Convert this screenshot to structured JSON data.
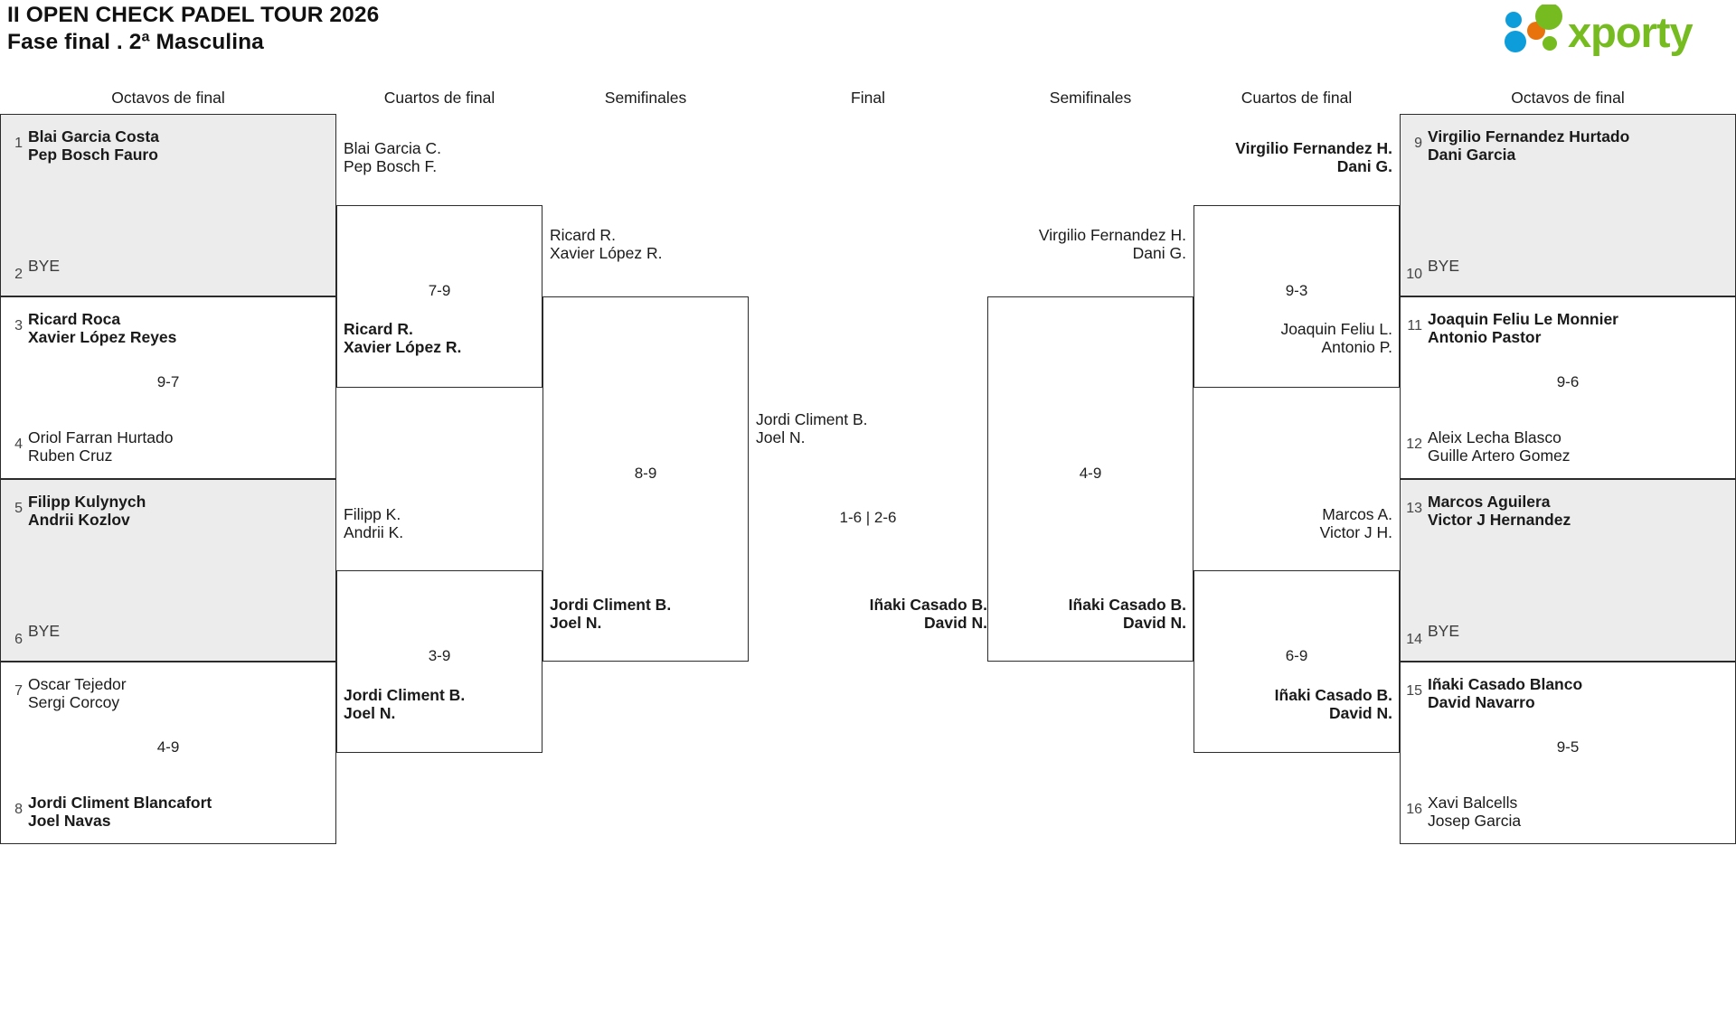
{
  "header": {
    "title_line1": "II OPEN CHECK PADEL TOUR 2026",
    "title_line2": "Fase final . 2ª Masculina",
    "logo_text": "xporty",
    "logo_colors": {
      "green": "#76bc21",
      "blue": "#0d9ddb",
      "orange": "#e8730c"
    }
  },
  "rounds": [
    {
      "label": "Octavos de final"
    },
    {
      "label": "Cuartos de final"
    },
    {
      "label": "Semifinales"
    },
    {
      "label": "Final"
    },
    {
      "label": "Semifinales"
    },
    {
      "label": "Cuartos de final"
    },
    {
      "label": "Octavos de final"
    }
  ],
  "bye_label": "BYE",
  "left": {
    "r16": [
      {
        "top_seed": "1",
        "top_names": "Blai Garcia Costa\nPep Bosch Fauro",
        "top_winner": true,
        "bottom_seed": "2",
        "bottom_names": "BYE",
        "bottom_bye": true,
        "score": "",
        "shaded": true
      },
      {
        "top_seed": "3",
        "top_names": "Ricard Roca\nXavier López Reyes",
        "top_winner": true,
        "bottom_seed": "4",
        "bottom_names": "Oriol Farran Hurtado\nRuben Cruz",
        "bottom_bye": false,
        "score": "9-7",
        "shaded": false
      },
      {
        "top_seed": "5",
        "top_names": "Filipp Kulynych\nAndrii Kozlov",
        "top_winner": true,
        "bottom_seed": "6",
        "bottom_names": "BYE",
        "bottom_bye": true,
        "score": "",
        "shaded": true
      },
      {
        "top_seed": "7",
        "top_names": "Oscar Tejedor\nSergi Corcoy",
        "top_winner": false,
        "bottom_seed": "8",
        "bottom_names": "Jordi Climent Blancafort\nJoel Navas",
        "bottom_bye": false,
        "bottom_winner": true,
        "score": "4-9",
        "shaded": false
      }
    ],
    "qf": [
      {
        "top_names": "Blai Garcia C.\nPep Bosch F.",
        "top_winner": false,
        "bottom_names": "Ricard R.\nXavier López R.",
        "bottom_winner": true,
        "score": "7-9"
      },
      {
        "top_names": "Filipp K.\nAndrii K.",
        "top_winner": false,
        "bottom_names": "Jordi Climent B.\nJoel N.",
        "bottom_winner": true,
        "score": "3-9"
      }
    ],
    "sf": [
      {
        "top_names": "Ricard R.\nXavier López R.",
        "top_winner": false,
        "bottom_names": "Jordi Climent B.\nJoel N.",
        "bottom_winner": true,
        "score": "8-9"
      }
    ]
  },
  "final": {
    "left_names": "Jordi Climent B.\nJoel N.",
    "left_winner": false,
    "right_names": "Iñaki Casado B.\nDavid N.",
    "right_winner": true,
    "score": "1-6 | 2-6"
  },
  "right": {
    "sf": [
      {
        "top_names": "Virgilio Fernandez H.\nDani G.",
        "top_winner": false,
        "bottom_names": "Iñaki Casado B.\nDavid N.",
        "bottom_winner": true,
        "score": "4-9"
      }
    ],
    "qf": [
      {
        "top_names": "Virgilio Fernandez H.\nDani G.",
        "top_winner": true,
        "bottom_names": "Joaquin Feliu L.\nAntonio P.",
        "bottom_winner": false,
        "score": "9-3"
      },
      {
        "top_names": "Marcos A.\nVictor J H.",
        "top_winner": false,
        "bottom_names": "Iñaki Casado B.\nDavid N.",
        "bottom_winner": true,
        "score": "6-9"
      }
    ],
    "r16": [
      {
        "top_seed": "9",
        "top_names": "Virgilio Fernandez Hurtado\nDani Garcia",
        "top_winner": true,
        "bottom_seed": "10",
        "bottom_names": "BYE",
        "bottom_bye": true,
        "score": "",
        "shaded": true
      },
      {
        "top_seed": "11",
        "top_names": "Joaquin Feliu Le Monnier\nAntonio Pastor",
        "top_winner": true,
        "bottom_seed": "12",
        "bottom_names": "Aleix Lecha Blasco\nGuille Artero Gomez",
        "bottom_bye": false,
        "score": "9-6",
        "shaded": false
      },
      {
        "top_seed": "13",
        "top_names": "Marcos Aguilera\nVictor J Hernandez",
        "top_winner": true,
        "bottom_seed": "14",
        "bottom_names": "BYE",
        "bottom_bye": true,
        "score": "",
        "shaded": true
      },
      {
        "top_seed": "15",
        "top_names": "Iñaki Casado Blanco\nDavid Navarro",
        "top_winner": true,
        "bottom_seed": "16",
        "bottom_names": "Xavi Balcells\nJosep Garcia",
        "bottom_bye": false,
        "score": "9-5",
        "shaded": false
      }
    ]
  }
}
